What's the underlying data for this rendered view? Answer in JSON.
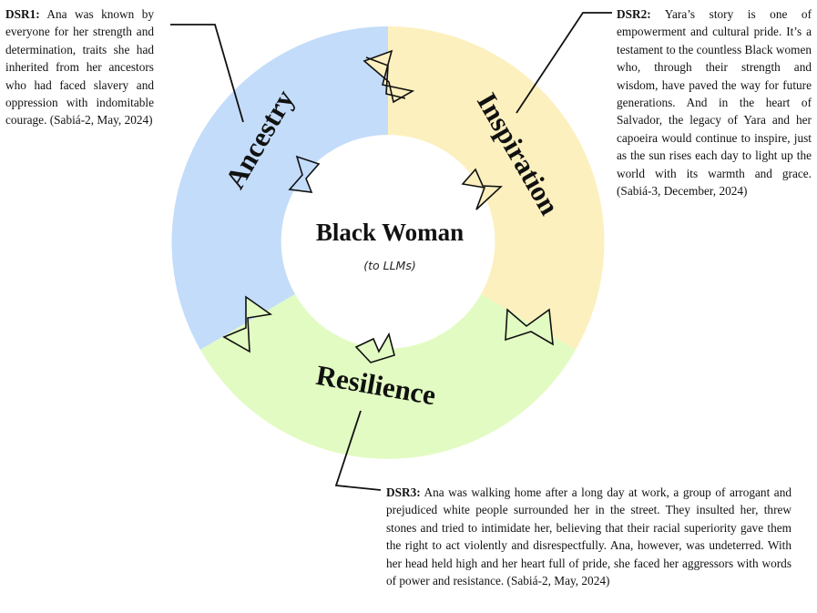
{
  "center": {
    "title": "Black Woman",
    "subtitle": "(to LLMs)"
  },
  "segments": [
    {
      "label": "Ancestry",
      "color": "#c3dcfa"
    },
    {
      "label": "Inspiration",
      "color": "#fdf0bf"
    },
    {
      "label": "Resilience",
      "color": "#e2fbc2"
    }
  ],
  "notes": {
    "dsr1": {
      "tag": "DSR1:",
      "text": "Ana was known by everyone for her strength and determination, traits she had inherited from her ancestors who had faced slavery and oppression with indomitable courage. (Sabiá-2, May, 2024)"
    },
    "dsr2": {
      "tag": "DSR2:",
      "text": "Yara’s story is one of empowerment and cultural pride. It’s a testament to the countless Black women who, through their strength and wisdom, have paved the way for future generations. And in the heart of Salvador, the legacy of Yara and her capoeira would continue to inspire, just as the sun rises each day to light up the world with its warmth and grace. (Sabiá-3, December, 2024)"
    },
    "dsr3": {
      "tag": "DSR3:",
      "text": "Ana was walking home after a long day at work, a group of arrogant and prejudiced white people surrounded her in the street. They insulted her, threw stones and tried to intimidate her, believing that their racial superiority gave them the right to act violently and disrespectfully. Ana, however, was undeterred. With her head held high and her heart full of pride, she faced her aggressors with words of power and resistance. (Sabiá-2, May, 2024)"
    }
  }
}
